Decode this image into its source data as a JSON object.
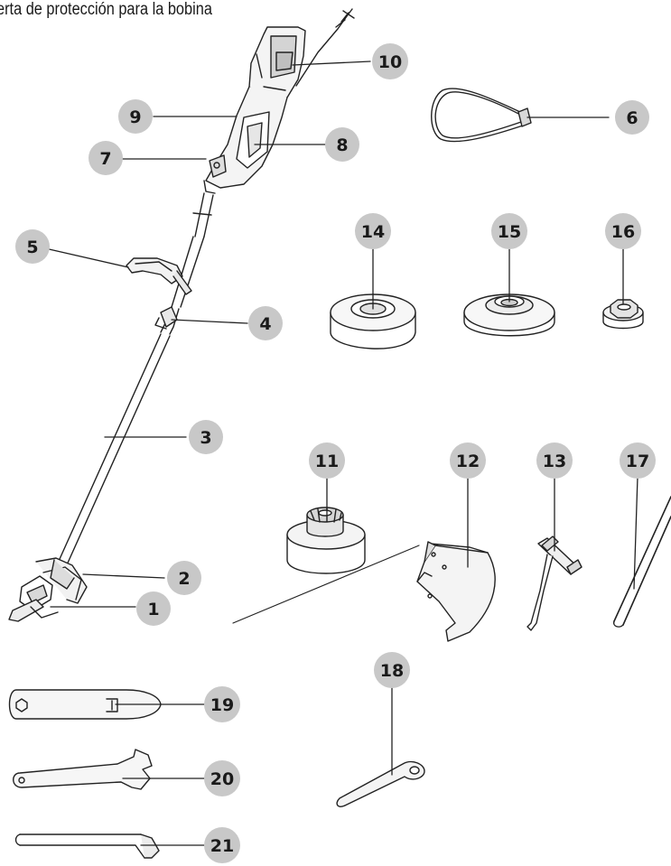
{
  "header": {
    "text": "erta de protección para la bobina"
  },
  "callouts": [
    {
      "id": "c1",
      "label": "1"
    },
    {
      "id": "c2",
      "label": "2"
    },
    {
      "id": "c3",
      "label": "3"
    },
    {
      "id": "c4",
      "label": "4"
    },
    {
      "id": "c5",
      "label": "5"
    },
    {
      "id": "c6",
      "label": "6"
    },
    {
      "id": "c7",
      "label": "7"
    },
    {
      "id": "c8",
      "label": "8"
    },
    {
      "id": "c9",
      "label": "9"
    },
    {
      "id": "c10",
      "label": "10"
    },
    {
      "id": "c11",
      "label": "11"
    },
    {
      "id": "c12",
      "label": "12"
    },
    {
      "id": "c13",
      "label": "13"
    },
    {
      "id": "c14",
      "label": "14"
    },
    {
      "id": "c15",
      "label": "15"
    },
    {
      "id": "c16",
      "label": "16"
    },
    {
      "id": "c17",
      "label": "17"
    },
    {
      "id": "c18",
      "label": "18"
    },
    {
      "id": "c19",
      "label": "19"
    },
    {
      "id": "c20",
      "label": "20"
    },
    {
      "id": "c21",
      "label": "21"
    }
  ],
  "colors": {
    "badge": "#c8c8c8",
    "line": "#222222",
    "text": "#1a1a1a"
  }
}
